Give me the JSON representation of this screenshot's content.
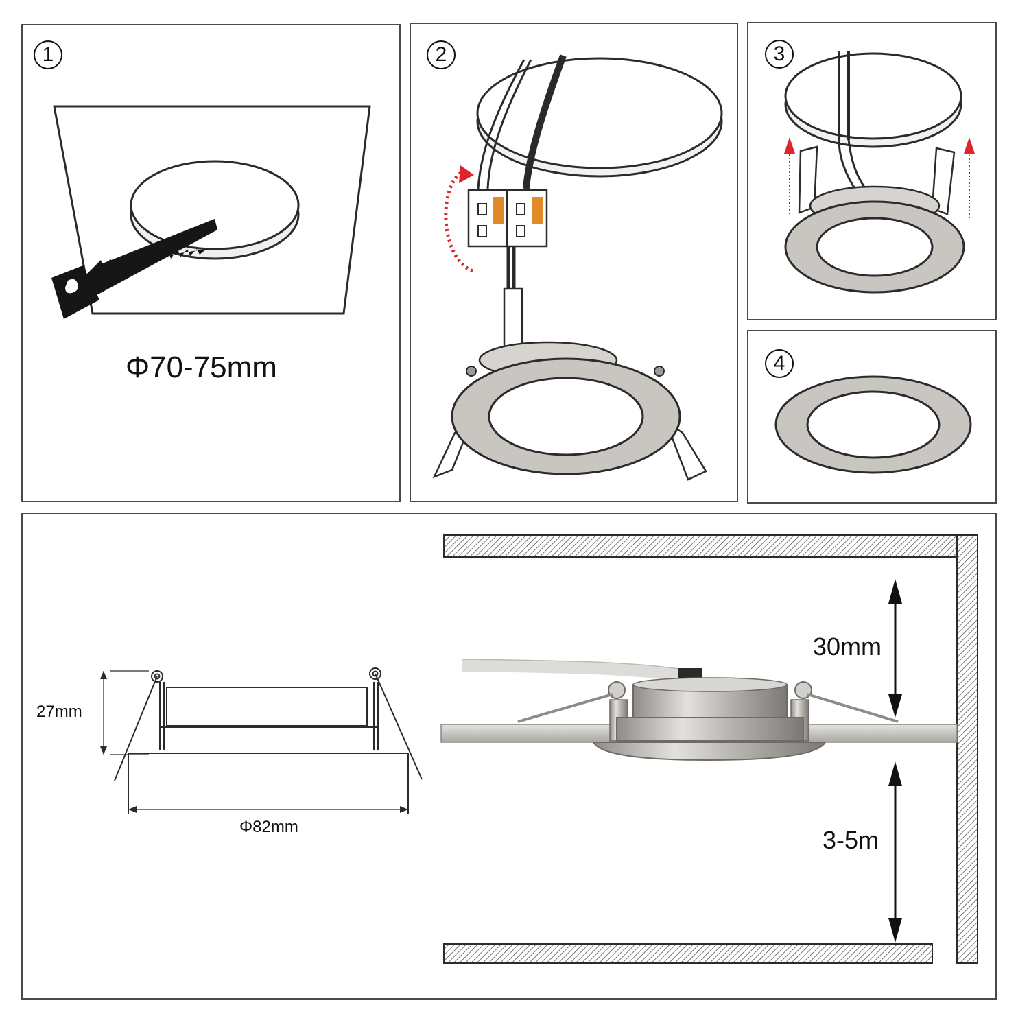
{
  "colors": {
    "frame": "#4a4a4a",
    "line": "#2b2b2b",
    "metal": "#c9c6c2",
    "metal_dark": "#9d9994",
    "ceiling_fill": "#f3f1ee",
    "arrow_red": "#e0242c",
    "connector_orange": "#e08a2a",
    "wire_black": "#2a2a2a",
    "hatch": "#555555"
  },
  "steps": [
    {
      "number": "1",
      "note": "Φ70-75mm"
    },
    {
      "number": "2"
    },
    {
      "number": "3"
    },
    {
      "number": "4"
    }
  ],
  "dimensions": {
    "height": "27mm",
    "diameter": "Φ82mm",
    "clearance": "30mm",
    "mounting_height": "3-5m"
  }
}
